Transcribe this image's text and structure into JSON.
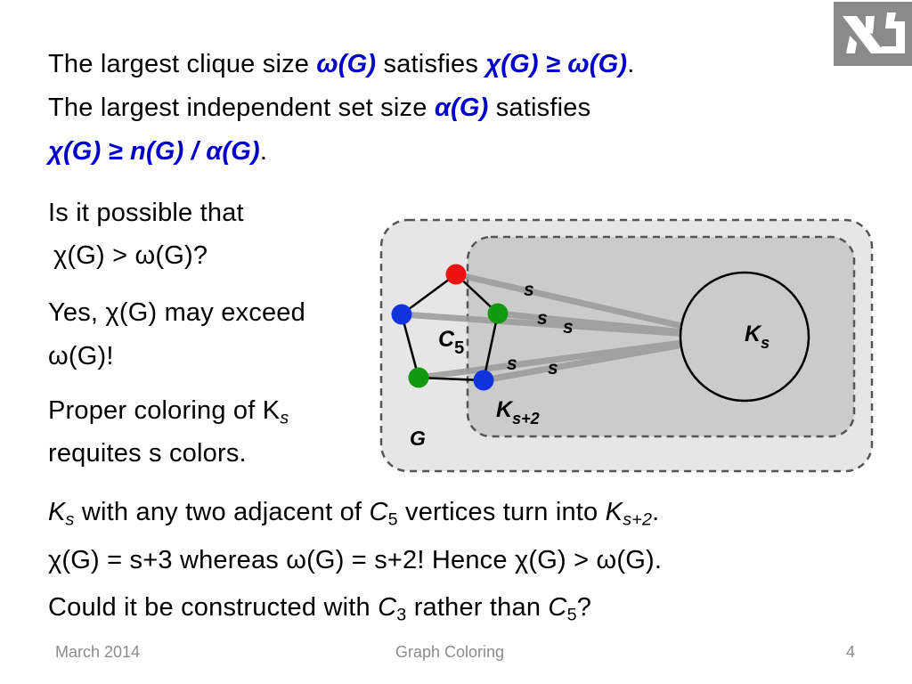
{
  "header": {
    "line1": {
      "a": "The largest clique size ",
      "f1": "ω(G)",
      "b": " satisfies ",
      "f2": "χ(G) ≥ ω(G)",
      "c": "."
    },
    "line2": {
      "a": "The largest independent set size ",
      "f1": "α(G)",
      "b": " satisfies"
    },
    "line3": {
      "f1": "χ(G) ≥ n(G) / α(G)",
      "c": "."
    }
  },
  "body": {
    "q1_a": "Is it possible that",
    "q1_b": "χ(G) > ω(G)?",
    "a1_a": "Yes,  χ(G) may exceed",
    "a1_b": "ω(G)!",
    "c1_a": "Proper coloring of K",
    "c1_a_sub": "s",
    "c1_b": "requites s colors."
  },
  "bottom": {
    "l1": {
      "a": "K",
      "a_sub": "s",
      "b": " with any two adjacent of ",
      "c": "C",
      "c_sub": "5",
      "d": " vertices turn into ",
      "e": "K",
      "e_sub": "s+2",
      "f": "."
    },
    "l2": "χ(G) = s+3 whereas ω(G) = s+2! Hence χ(G) > ω(G).",
    "l3": {
      "a": "Could it be constructed with ",
      "b": "C",
      "b_sub": "3",
      "c": " rather than ",
      "d": "C",
      "d_sub": "5",
      "e": "?"
    }
  },
  "diagram": {
    "label_G": "G",
    "label_Ks_base": "K",
    "label_Ks_sub": "s",
    "label_Ks2_base": "K",
    "label_Ks2_sub": "s+2",
    "label_C5_base": "C",
    "label_C5_sub": "5",
    "edge_label": "s",
    "vertex_colors": {
      "red": "#ee1111",
      "green": "#119911",
      "blue": "#1133dd"
    }
  },
  "footer": {
    "date": "March 2014",
    "title": "Graph Coloring",
    "page": "4"
  },
  "logo": {
    "icon": "hebrew-letters-logo-icon"
  },
  "colors": {
    "highlight": "#0000cc",
    "footer_text": "#8c8c8c"
  }
}
